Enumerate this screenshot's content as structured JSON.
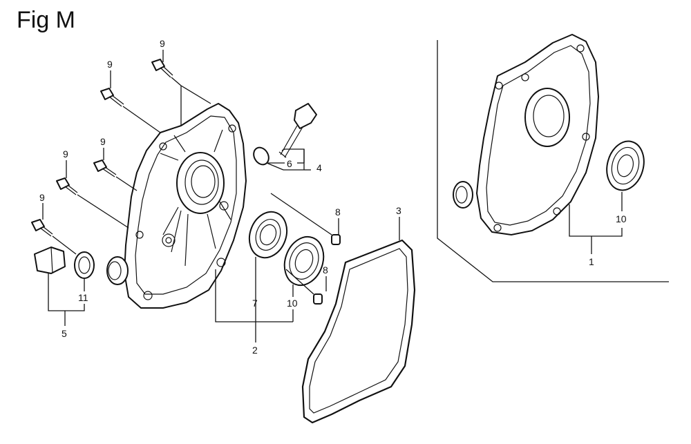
{
  "figure": {
    "title": "Fig M"
  },
  "callouts": {
    "c9a": "9",
    "c9b": "9",
    "c9c": "9",
    "c9d": "9",
    "c9e": "9",
    "c4": "4",
    "c6": "6",
    "c8a": "8",
    "c8b": "8",
    "c3": "3",
    "c7": "7",
    "c10a": "10",
    "c2": "2",
    "c11": "11",
    "c5": "5",
    "c10b": "10",
    "c1": "1"
  }
}
